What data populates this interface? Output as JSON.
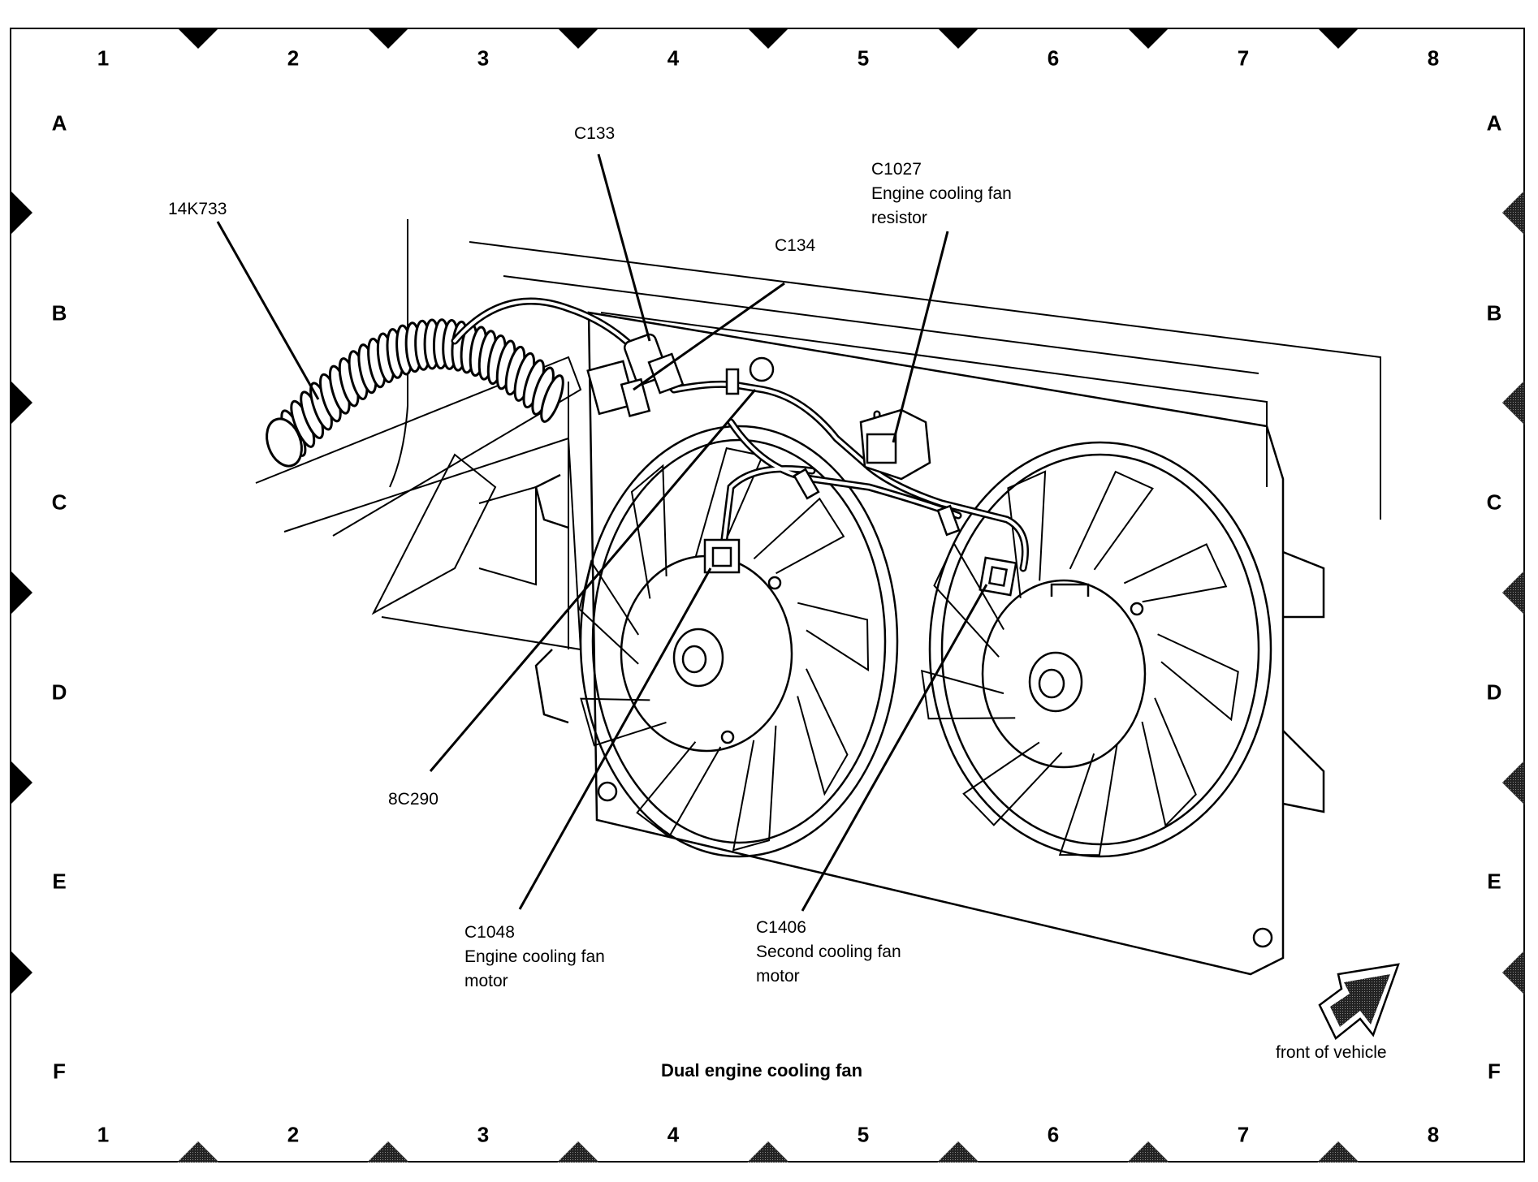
{
  "diagram": {
    "title": "Dual engine cooling fan",
    "orientation_note": "front of vehicle",
    "grid": {
      "columns": [
        "1",
        "2",
        "3",
        "4",
        "5",
        "6",
        "7",
        "8"
      ],
      "rows": [
        "A",
        "B",
        "C",
        "D",
        "E",
        "F"
      ]
    },
    "callouts": [
      {
        "id": "14K733",
        "lines": [
          "14K733"
        ]
      },
      {
        "id": "C133",
        "lines": [
          "C133"
        ]
      },
      {
        "id": "C134",
        "lines": [
          "C134"
        ]
      },
      {
        "id": "C1027",
        "lines": [
          "C1027",
          "Engine cooling fan",
          "resistor"
        ]
      },
      {
        "id": "8C290",
        "lines": [
          "8C290"
        ]
      },
      {
        "id": "C1048",
        "lines": [
          "C1048",
          "Engine cooling fan",
          "motor"
        ]
      },
      {
        "id": "C1406",
        "lines": [
          "C1406",
          "Second cooling fan",
          "motor"
        ]
      }
    ]
  }
}
